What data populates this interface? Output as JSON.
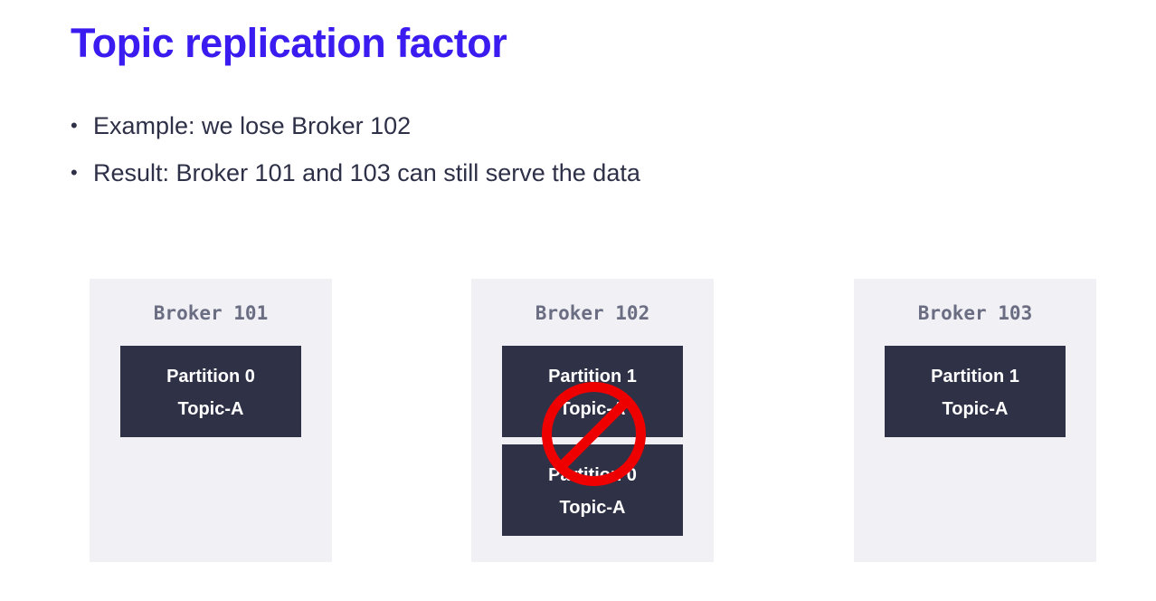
{
  "slide": {
    "title": "Topic replication factor",
    "bullets": [
      "Example: we lose Broker 102",
      "Result: Broker 101 and 103 can still serve the data"
    ]
  },
  "brokers": [
    {
      "label": "Broker 101",
      "partitions": [
        {
          "partition": "Partition 0",
          "topic": "Topic-A"
        }
      ]
    },
    {
      "label": "Broker 102",
      "status": "lost",
      "partitions": [
        {
          "partition": "Partition 1",
          "topic": "Topic-A"
        },
        {
          "partition": "Partition 0",
          "topic": "Topic-A"
        }
      ]
    },
    {
      "label": "Broker 103",
      "partitions": [
        {
          "partition": "Partition 1",
          "topic": "Topic-A"
        }
      ]
    }
  ],
  "icons": {
    "lost_marker": "prohibited-icon"
  },
  "colors": {
    "title": "#3a1cf0",
    "text": "#2d3047",
    "broker_bg": "#f0f0f5",
    "broker_label": "#6b6e83",
    "partition_bg": "#2f3146",
    "partition_text": "#ffffff",
    "prohibited": "#ee0000"
  }
}
